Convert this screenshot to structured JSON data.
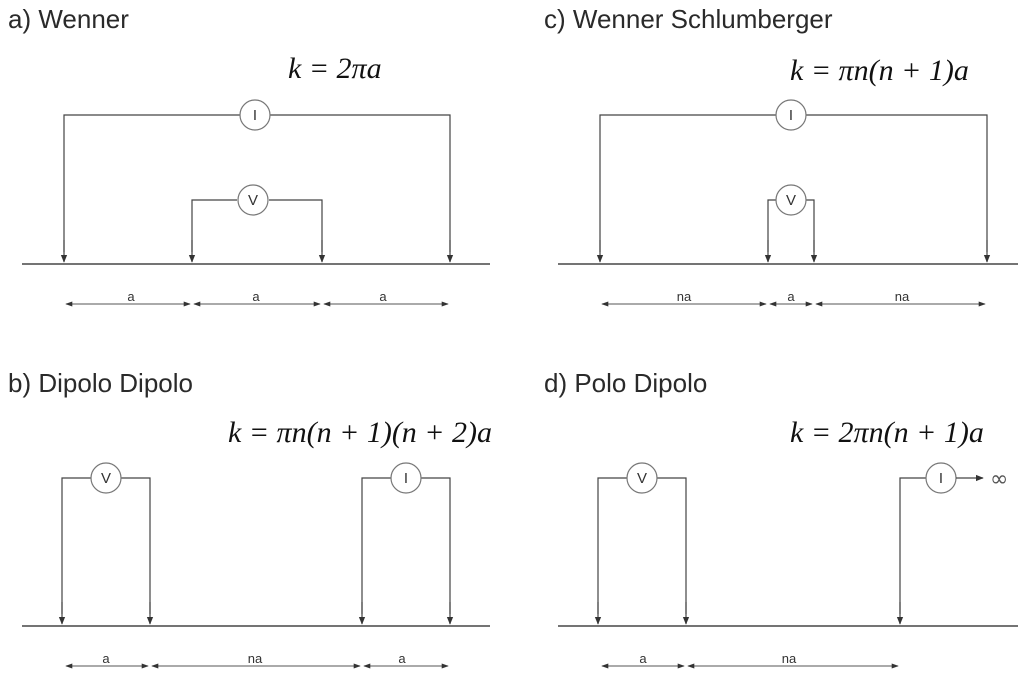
{
  "panels": {
    "wenner": {
      "title": "a) Wenner",
      "formula": "k = 2πa",
      "meters": {
        "current": "I",
        "voltage": "V"
      },
      "spacings": [
        "a",
        "a",
        "a"
      ]
    },
    "wenner_schlumberger": {
      "title": "c) Wenner Schlumberger",
      "formula": "k = πn(n + 1)a",
      "meters": {
        "current": "I",
        "voltage": "V"
      },
      "spacings": [
        "na",
        "a",
        "na"
      ]
    },
    "dipolo_dipolo": {
      "title": "b) Dipolo Dipolo",
      "formula": "k = πn(n + 1)(n + 2)a",
      "meters": {
        "voltage": "V",
        "current": "I"
      },
      "spacings": [
        "a",
        "na",
        "a"
      ]
    },
    "polo_dipolo": {
      "title": "d) Polo Dipolo",
      "formula": "k = 2πn(n + 1)a",
      "meters": {
        "voltage": "V",
        "current": "I"
      },
      "infinity": "∞",
      "spacings": [
        "a",
        "na"
      ]
    }
  },
  "colors": {
    "line": "#444444",
    "text": "#2a2a2a",
    "meter_stroke": "#777777"
  }
}
